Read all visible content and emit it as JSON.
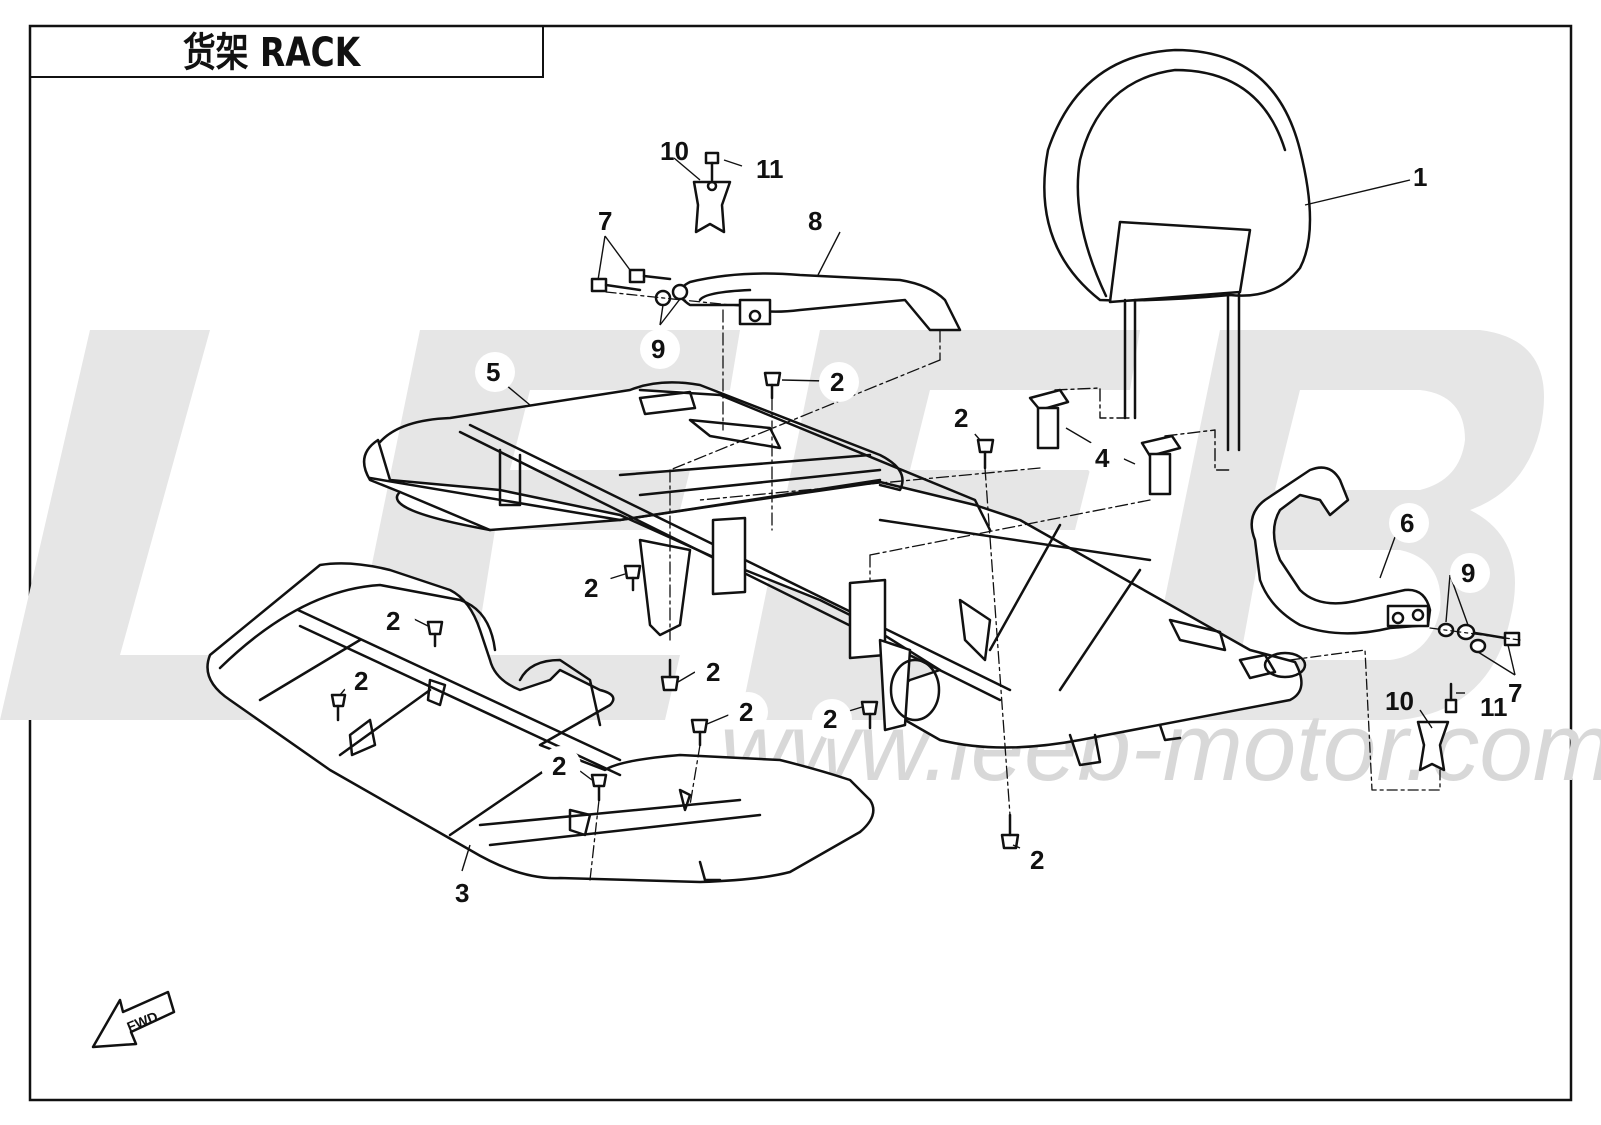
{
  "title": {
    "chinese": "货架",
    "english": "RACK"
  },
  "watermark": {
    "url": "www.leeb-motor.com"
  },
  "fwd_arrow": {
    "label": "FWD"
  },
  "callouts": [
    "1",
    "2",
    "3",
    "4",
    "5",
    "6",
    "7",
    "8",
    "9",
    "10",
    "11"
  ],
  "colors": {
    "line": "#111111",
    "watermark": "#dcdcdc",
    "badge": "#ffffff"
  }
}
